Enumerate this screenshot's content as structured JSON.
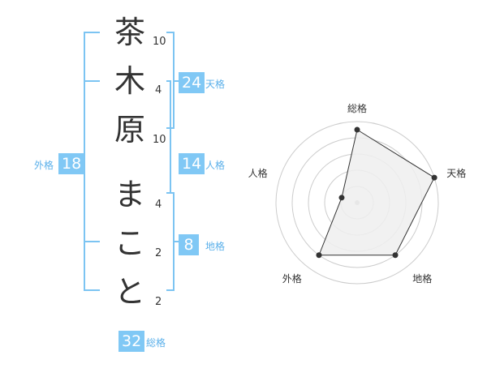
{
  "name_chars": [
    {
      "char": "茶",
      "strokes": "10"
    },
    {
      "char": "木",
      "strokes": "4"
    },
    {
      "char": "原",
      "strokes": "10"
    },
    {
      "char": "ま",
      "strokes": "4"
    },
    {
      "char": "こ",
      "strokes": "2"
    },
    {
      "char": "と",
      "strokes": "2"
    }
  ],
  "fortunes": {
    "tenkaku": {
      "label": "天格",
      "value": "24"
    },
    "jinkaku": {
      "label": "人格",
      "value": "14"
    },
    "chikaku": {
      "label": "地格",
      "value": "8"
    },
    "gaikaku": {
      "label": "外格",
      "value": "18"
    },
    "soukaku": {
      "label": "総格",
      "value": "32"
    }
  },
  "radar": {
    "axes": [
      "総格",
      "天格",
      "地格",
      "外格",
      "人格"
    ],
    "levels": 5,
    "values": [
      4.5,
      5,
      4,
      4,
      1
    ],
    "colors": {
      "grid": "#cccccc",
      "fill": "#efefef",
      "line": "#333333",
      "point": "#333333"
    }
  },
  "colors": {
    "accent": "#80c8f5",
    "bracket": "#7cc4f2",
    "label": "#5bb0ea",
    "text": "#333333"
  }
}
